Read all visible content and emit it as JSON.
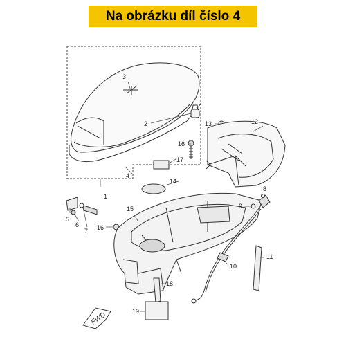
{
  "banner": {
    "text": "Na obrázku díl číslo 4"
  },
  "callouts": {
    "c1": "1",
    "c2": "2",
    "c3": "3",
    "c4": "4",
    "c5": "5",
    "c6": "6",
    "c7": "7",
    "c8": "8",
    "c9": "9",
    "c10": "10",
    "c11": "11",
    "c12": "12",
    "c13": "13",
    "c14": "14",
    "c15": "15",
    "c16a": "16",
    "c16b": "16",
    "c17": "17",
    "c18": "18",
    "c19": "19"
  },
  "fwd_label": "FWD",
  "icons": {
    "fwd_arrow": "fwd-arrow-icon"
  }
}
